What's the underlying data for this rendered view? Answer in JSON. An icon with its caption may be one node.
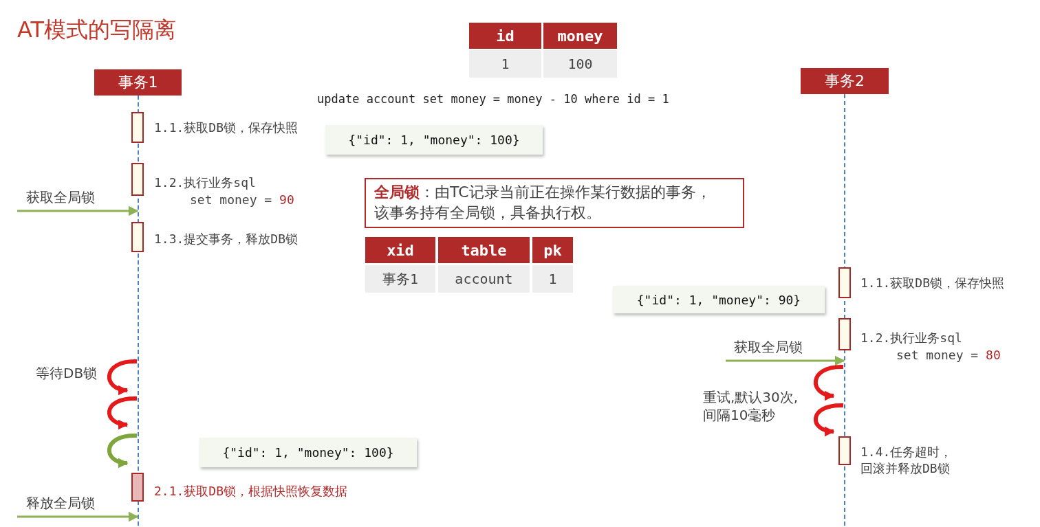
{
  "diagram": {
    "title": "AT模式的写隔离",
    "nodes": [
      {
        "text": [
          "事务1"
        ]
      },
      {
        "text": [
          "事务2"
        ]
      },
      {
        "text": [],
        "shape": "line"
      },
      {
        "text": [],
        "shape": "line"
      },
      {
        "text": [
          "{\"id\": 1, \"money\": 100}"
        ]
      },
      {
        "text": [],
        "shape": "bar",
        "beside": [
          "1.1.获取DB锁，保存快照"
        ]
      },
      {
        "text": [],
        "shape": "bar",
        "beside": [
          "1.2.执行业务sql",
          "set money = **90**"
        ]
      },
      {
        "text": [
          "**全局锁**：由TC记录当前正在操作某行数据的事务，该事务持有全局锁，具备执行权。"
        ]
      },
      {
        "text": [],
        "shape": "bar",
        "beside": [
          "1.3.提交事务，释放DB锁"
        ]
      },
      {
        "text": [],
        "shape": "bar",
        "beside": [
          "1.1.获取DB锁，保存快照"
        ]
      },
      {
        "text": [
          "{\"id\": 1, \"money\": 90}"
        ]
      },
      {
        "text": [],
        "shape": "bar",
        "beside": [
          "1.2.执行业务sql",
          "set money = **80**"
        ]
      },
      {
        "text": [],
        "shape": "bar",
        "beside": [
          "1.4.任务超时，回滚并释放DB锁"
        ]
      },
      {
        "text": [
          "{\"id\": 1, \"money\": 100}"
        ]
      },
      {
        "text": [],
        "shape": "bar",
        "beside": [
          "2.1.获取DB锁，根据快照恢复数据"
        ]
      }
    ],
    "edges": [
      {
        "from": null,
        "to": 2,
        "arrow": "to",
        "label": "获取全局锁",
        "color": "#8db255"
      },
      {
        "from": null,
        "to": 3,
        "arrow": "to",
        "label": "获取全局锁",
        "color": "#8db255"
      },
      {
        "from": null,
        "to": 2,
        "arrow": "to",
        "label": "释放全局锁",
        "color": "#8db255"
      },
      {
        "from": 2,
        "to": 2,
        "arrow": "to",
        "color": "#e41a1a"
      },
      {
        "from": 2,
        "to": 2,
        "arrow": "to",
        "color": "#e41a1a"
      },
      {
        "from": 2,
        "to": 2,
        "arrow": "to",
        "color": "#7fa53c"
      },
      {
        "from": 3,
        "to": 3,
        "arrow": "to",
        "color": "#e41a1a"
      },
      {
        "from": 3,
        "to": 3,
        "arrow": "to",
        "color": "#e41a1a"
      }
    ],
    "labels": [
      "id",
      "money",
      "1",
      "100",
      "update account set money = money - 10 where id = 1",
      "xid",
      "table",
      "pk",
      "事务1",
      "account",
      "1",
      "等待DB锁",
      "重试,默认30次,间隔10毫秒"
    ]
  }
}
